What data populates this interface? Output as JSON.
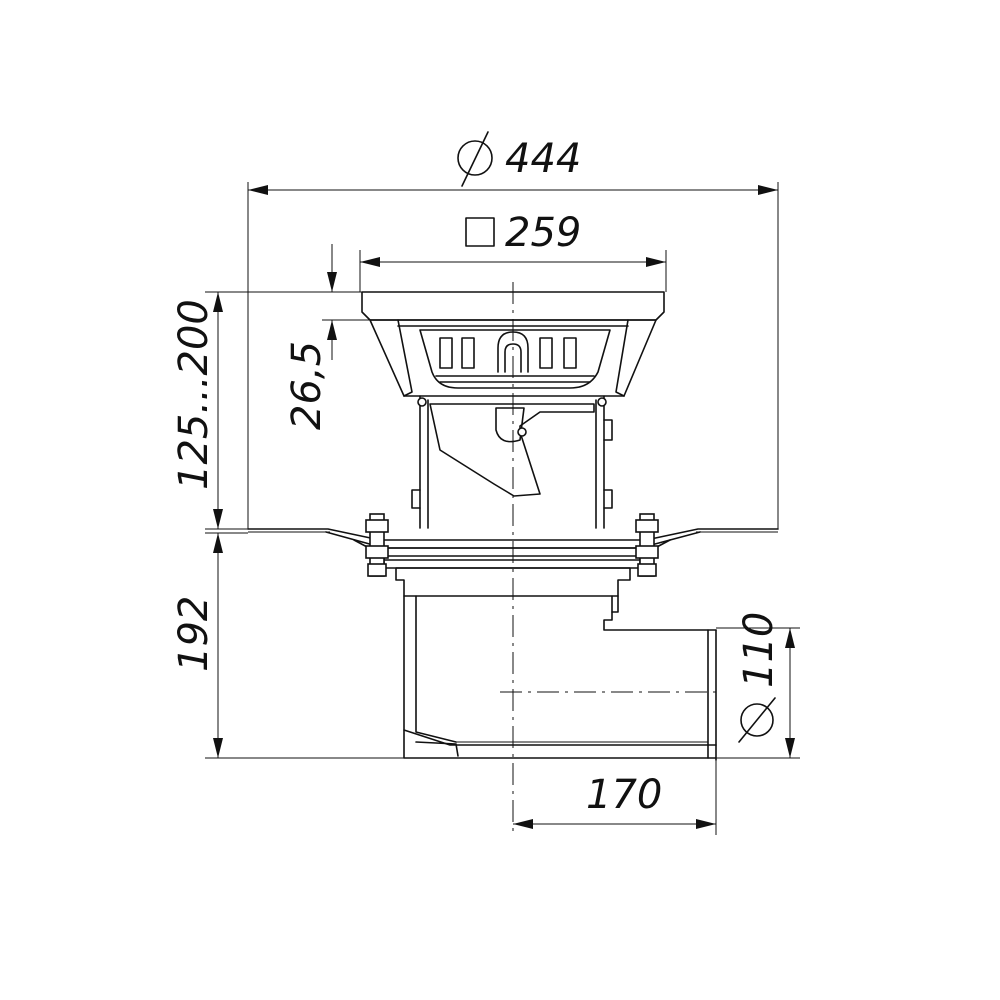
{
  "drawing": {
    "dimensions": {
      "flange_diameter": {
        "symbol": "⌀",
        "value": "444"
      },
      "grate_square": {
        "symbol": "□",
        "value": "259"
      },
      "grate_height": {
        "value": "26,5"
      },
      "upper_height_range": {
        "value": "125...200"
      },
      "lower_height": {
        "value": "192"
      },
      "outlet_diameter": {
        "symbol": "⌀",
        "value": "110"
      },
      "outlet_offset": {
        "value": "170"
      }
    }
  }
}
